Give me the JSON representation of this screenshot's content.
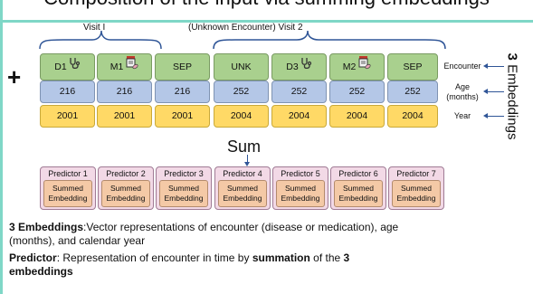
{
  "title_clipped": "Composition of the input via summing embeddings",
  "plus_sign": "+",
  "visits": {
    "visit1_label": "Visit I",
    "visit2_label": "(Unknown Encounter)  Visit 2"
  },
  "tokens": [
    {
      "encounter": "D1",
      "icon": "stethoscope-icon",
      "age": "216",
      "year": "2001"
    },
    {
      "encounter": "M1",
      "icon": "pill-bottle-icon",
      "age": "216",
      "year": "2001"
    },
    {
      "encounter": "SEP",
      "icon": "",
      "age": "216",
      "year": "2001"
    },
    {
      "encounter": "UNK",
      "icon": "",
      "age": "252",
      "year": "2004"
    },
    {
      "encounter": "D3",
      "icon": "stethoscope-icon",
      "age": "252",
      "year": "2004"
    },
    {
      "encounter": "M2",
      "icon": "pill-bottle-icon",
      "age": "252",
      "year": "2004"
    },
    {
      "encounter": "SEP",
      "icon": "",
      "age": "252",
      "year": "2004"
    }
  ],
  "row_labels": {
    "encounter": "Encounter",
    "age_line1": "Age",
    "age_line2": "(months)",
    "year": "Year"
  },
  "embeddings_title": {
    "number": "3",
    "word": "Embeddings"
  },
  "sum_label": "Sum",
  "predictors": [
    {
      "name": "Predictor 1",
      "line1": "Summed",
      "line2": "Embedding"
    },
    {
      "name": "Predictor 2",
      "line1": "Summed",
      "line2": "Embedding"
    },
    {
      "name": "Predictor 3",
      "line1": "Summed",
      "line2": "Embedding"
    },
    {
      "name": "Predictor 4",
      "line1": "Summed",
      "line2": "Embedding"
    },
    {
      "name": "Predictor 5",
      "line1": "Summed",
      "line2": "Embedding"
    },
    {
      "name": "Predictor 6",
      "line1": "Summed",
      "line2": "Embedding"
    },
    {
      "name": "Predictor 7",
      "line1": "Summed",
      "line2": "Embedding"
    }
  ],
  "description": {
    "emb_bold": "3 Embeddings",
    "emb_rest_1": ":Vector representations of encounter (disease or medication), age",
    "emb_rest_2": "(months), and calendar year",
    "pred_bold": "Predictor",
    "pred_rest_1": ": Representation of encounter in time by ",
    "pred_bold_2": "summation",
    "pred_rest_2": " of the ",
    "pred_bold_3": "3",
    "pred_bold_4": "embeddings"
  },
  "colors": {
    "encounter_fill": "#a9d08e",
    "age_fill": "#b4c7e7",
    "year_fill": "#ffd966",
    "predictor_fill": "#f2d9e6",
    "summed_fill": "#f4c9a6",
    "frame": "#7fd7c7",
    "arrow": "#2f5597"
  }
}
